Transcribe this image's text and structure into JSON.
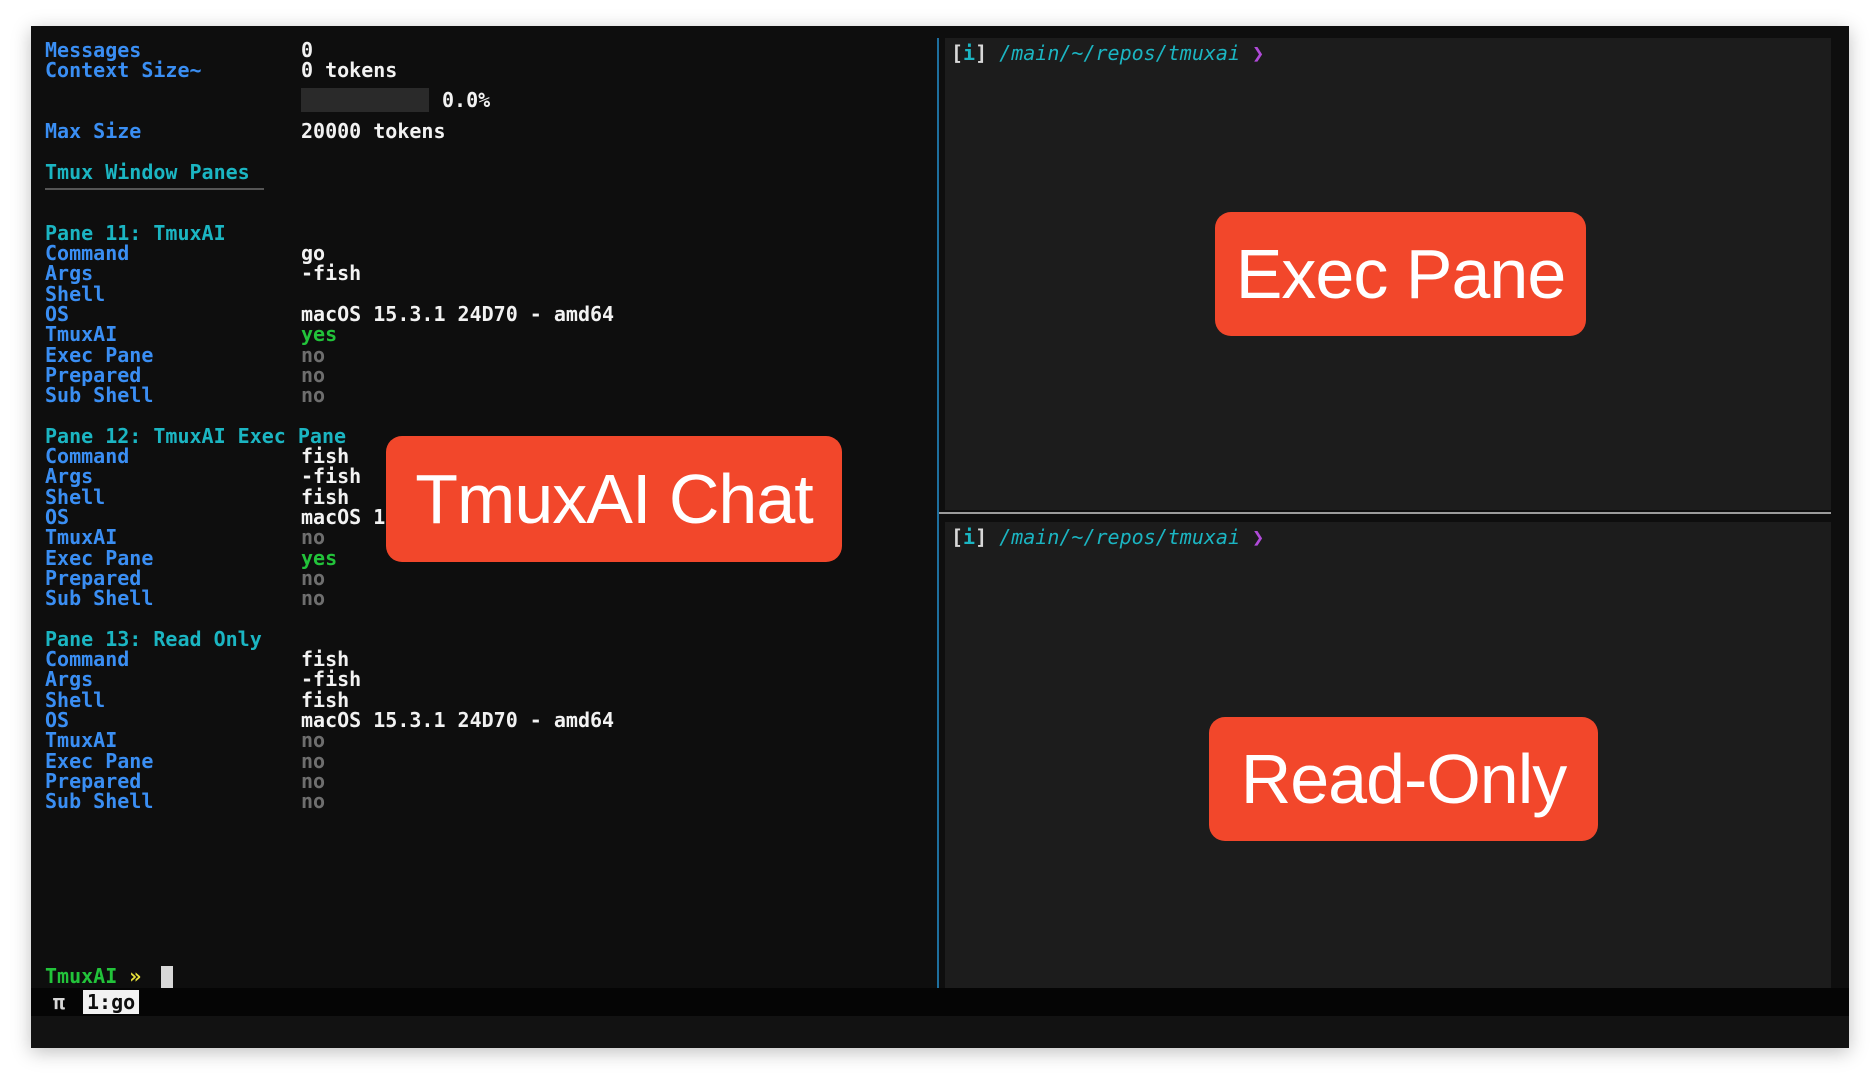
{
  "summary": {
    "messages_label": "Messages",
    "messages_value": "0",
    "context_label": "Context Size~",
    "context_value": "0 tokens",
    "context_percent_text": "0.0%",
    "context_fraction": 0.0,
    "max_label": "Max Size",
    "max_value": "20000 tokens"
  },
  "section_title": "Tmux Window Panes",
  "field_labels": {
    "command": "Command",
    "args": "Args",
    "shell": "Shell",
    "os": "OS",
    "tmuxai": "TmuxAI",
    "exec_pane": "Exec Pane",
    "prepared": "Prepared",
    "sub_shell": "Sub Shell"
  },
  "panes": [
    {
      "title": "Pane 11: TmuxAI",
      "command": "go",
      "args": "-fish",
      "shell": "",
      "os": "macOS 15.3.1 24D70 - amd64",
      "tmuxai": "yes",
      "exec_pane": "no",
      "prepared": "no",
      "sub_shell": "no"
    },
    {
      "title": "Pane 12: TmuxAI Exec Pane",
      "command": "fish",
      "args": "-fish",
      "shell": "fish",
      "os": "macOS 15.3.1 24D70 - amd64",
      "tmuxai": "no",
      "exec_pane": "yes",
      "prepared": "no",
      "sub_shell": "no"
    },
    {
      "title": "Pane 13: Read Only",
      "command": "fish",
      "args": "-fish",
      "shell": "fish",
      "os": "macOS 15.3.1 24D70 - amd64",
      "tmuxai": "no",
      "exec_pane": "no",
      "prepared": "no",
      "sub_shell": "no"
    }
  ],
  "chat_prompt": {
    "label": "TmuxAI",
    "arrow": "»"
  },
  "shell_prompt": {
    "open": "[",
    "mode": "i",
    "close": "]",
    "path": "/main/~/repos/tmuxai",
    "chevron": "❯"
  },
  "overlays": {
    "chat": "TmuxAI Chat",
    "exec": "Exec Pane",
    "read_only": "Read-Only"
  },
  "status_bar": {
    "symbol": "π",
    "window_tab": "1:go"
  },
  "colors": {
    "key_blue": "#3a8ef3",
    "heading_cyan": "#1bb5c2",
    "yes_green": "#22c33a",
    "no_gray": "#6e6e6e",
    "overlay_orange": "#f2472b",
    "prompt_purple": "#b04ad8"
  }
}
